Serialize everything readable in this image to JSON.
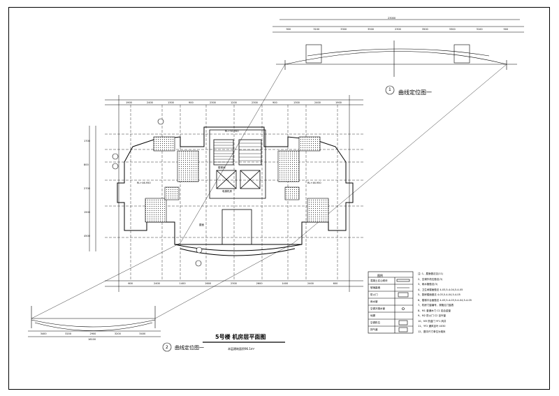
{
  "drawing": {
    "title": "5号楼 机房层平面图",
    "subtitle": "本层建筑面积96.1m²",
    "detail1": {
      "number": "1",
      "label": "曲线定位图一"
    },
    "detail2": {
      "number": "2",
      "label": "曲线定位图一"
    }
  },
  "dims": {
    "top_detail_total": "23000",
    "top_detail_row": [
      "900",
      "3100",
      "3300",
      "3500",
      "2300",
      "3500",
      "3300",
      "3100",
      "900"
    ],
    "plan_top_row": [
      "1900",
      "2400",
      "1300",
      "900",
      "2300",
      "1200",
      "2300",
      "900",
      "1300",
      "2400",
      "1900"
    ],
    "plan_bottom_row": [
      "600",
      "2400",
      "1400",
      "2600",
      "2300",
      "2600",
      "1400",
      "2400",
      "600"
    ],
    "plan_left_col": [
      "1700",
      "800",
      "2700",
      "1500",
      "4500"
    ],
    "bottom_detail_row": [
      "3400",
      "3200",
      "2900",
      "3200",
      "3400"
    ],
    "bottom_detail_total": "16100"
  },
  "rooms": {
    "elevator": "电梯机房",
    "stair": "楼梯间",
    "roof": "屋面",
    "elev_left": "RL+46.950",
    "elev_right": "RL+46.950",
    "elev_top": "RL+50.350"
  },
  "legend": {
    "title": "图例",
    "rows": [
      {
        "label": "混凝土实心砌块",
        "symbol": ""
      },
      {
        "label": "玻璃幕墙",
        "symbol": ""
      },
      {
        "label": "防火门",
        "symbol": ""
      },
      {
        "label": "雨水管",
        "symbol": ""
      },
      {
        "label": "空调冷凝水管",
        "symbol": ""
      },
      {
        "label": "地漏",
        "symbol": ""
      },
      {
        "label": "空调机位",
        "symbol": ""
      },
      {
        "label": "排气道",
        "symbol": ""
      }
    ]
  },
  "notes": [
    "注: 1、屋面做法见(11)",
    "2、空调外机位做法(3)",
    "3、雨水管做法(3)",
    "4、卫生间楼面做法 4-03,5-4-04,5-4-05",
    "5、厨房楼面做法 4-03,5-4-04,5-4-05",
    "6、楼梯平台面做法 4-03,5-4-03,5-4-04,5-4-05",
    "7、机房门窗编号、规格见门窗表",
    "8、M1 普通木门 C1 铝合金窗",
    "9、M2 防火门 C2 百叶窗",
    "10、M3 防盗门 YF1 风井",
    "11、YF2 通风百叶 4030",
    "12、图中尺寸单位为毫米"
  ]
}
